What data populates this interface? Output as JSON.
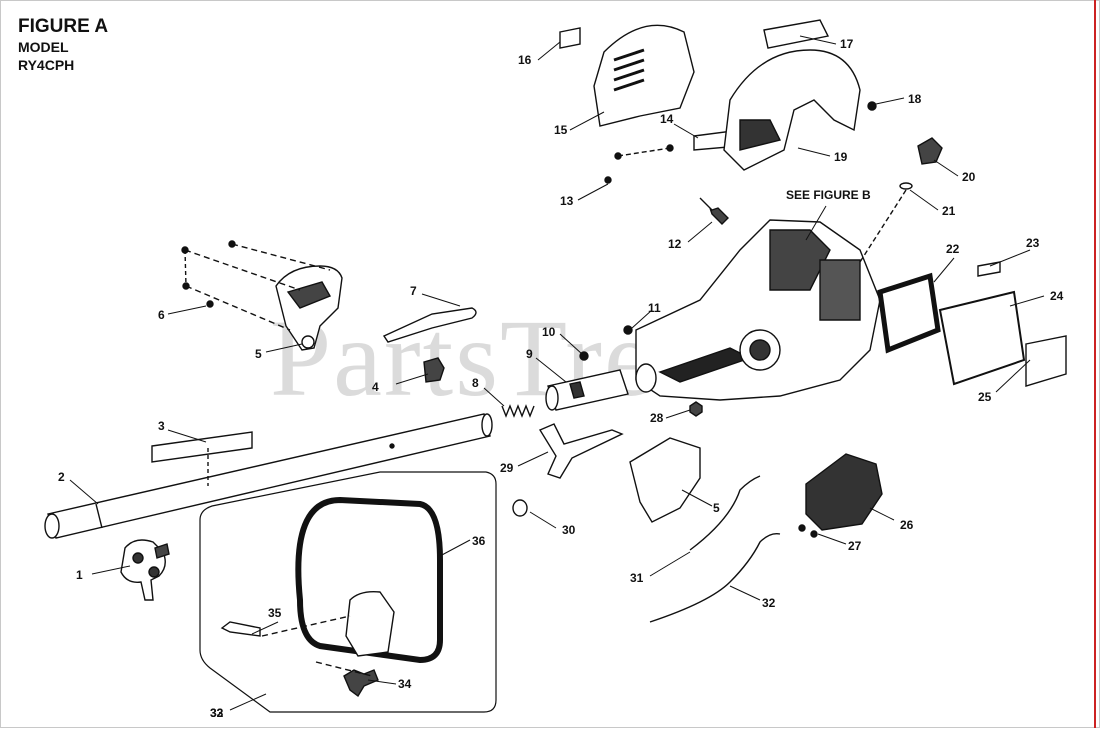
{
  "header": {
    "title": "FIGURE A",
    "model_label": "MODEL",
    "model_number": "RY4CPH"
  },
  "watermark": "PartsTree",
  "figure_b_ref": "SEE FIGURE B",
  "callouts": [
    {
      "id": "1",
      "text": "1"
    },
    {
      "id": "2",
      "text": "2"
    },
    {
      "id": "3",
      "text": "3"
    },
    {
      "id": "4",
      "text": "4"
    },
    {
      "id": "5a",
      "text": "5"
    },
    {
      "id": "5b",
      "text": "5"
    },
    {
      "id": "6",
      "text": "6"
    },
    {
      "id": "7",
      "text": "7"
    },
    {
      "id": "8",
      "text": "8"
    },
    {
      "id": "9",
      "text": "9"
    },
    {
      "id": "10",
      "text": "10"
    },
    {
      "id": "11",
      "text": "11"
    },
    {
      "id": "12",
      "text": "12"
    },
    {
      "id": "13",
      "text": "13"
    },
    {
      "id": "14",
      "text": "14"
    },
    {
      "id": "15",
      "text": "15"
    },
    {
      "id": "16",
      "text": "16"
    },
    {
      "id": "17",
      "text": "17"
    },
    {
      "id": "18",
      "text": "18"
    },
    {
      "id": "19",
      "text": "19"
    },
    {
      "id": "20",
      "text": "20"
    },
    {
      "id": "21",
      "text": "21"
    },
    {
      "id": "22",
      "text": "22"
    },
    {
      "id": "23",
      "text": "23"
    },
    {
      "id": "24",
      "text": "24"
    },
    {
      "id": "25",
      "text": "25"
    },
    {
      "id": "26",
      "text": "26"
    },
    {
      "id": "27",
      "text": "27"
    },
    {
      "id": "28",
      "text": "28"
    },
    {
      "id": "29",
      "text": "29"
    },
    {
      "id": "30",
      "text": "30"
    },
    {
      "id": "31",
      "text": "31"
    },
    {
      "id": "32",
      "text": "32"
    },
    {
      "id": "33",
      "text": "33"
    },
    {
      "id": "34",
      "text": "34"
    },
    {
      "id": "35",
      "text": "35"
    },
    {
      "id": "36",
      "text": "36"
    }
  ],
  "colors": {
    "ink": "#111111",
    "frame_accent": "#cc2222",
    "watermark": "#cfcfcf"
  }
}
